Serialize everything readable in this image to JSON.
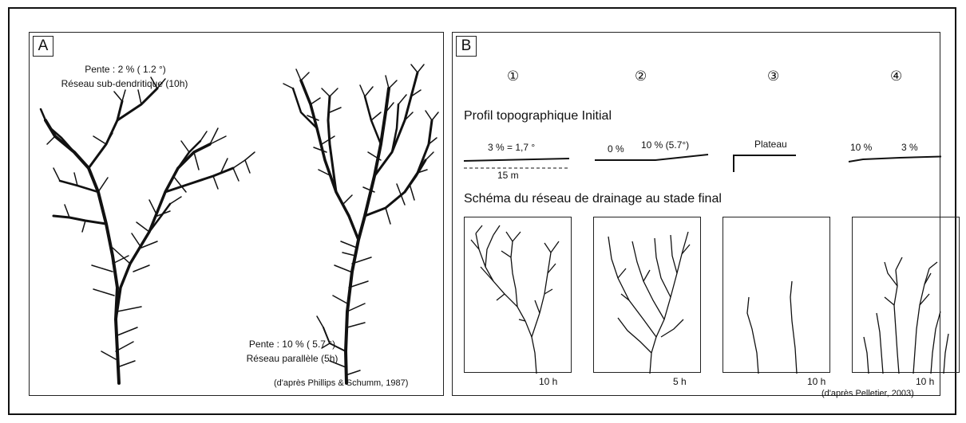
{
  "panel_a": {
    "label": "A",
    "tree1": {
      "slope": "Pente : 2 % ( 1.2 °)",
      "network": "Réseau sub-dendritique (10h)"
    },
    "tree2": {
      "slope": "Pente : 10 % ( 5.7 °)",
      "network": "Réseau parallèle (5h)"
    },
    "source": "(d'après Phillips & Schumm, 1987)"
  },
  "panel_b": {
    "label": "B",
    "stages": [
      "①",
      "②",
      "③",
      "④"
    ],
    "profile_title": "Profil topographique Initial",
    "profiles": {
      "p1_label": "3 % = 1,7 °",
      "p1_scale": "15 m",
      "p2_left": "0 %",
      "p2_right": "10 % (5.7°)",
      "p3_label": "Plateau",
      "p4_left": "10 %",
      "p4_right": "3 %"
    },
    "network_title": "Schéma du réseau de drainage au stade final",
    "durations": [
      "10 h",
      "5 h",
      "10 h",
      "10 h"
    ],
    "source": "(d'après Pelletier, 2003)"
  }
}
